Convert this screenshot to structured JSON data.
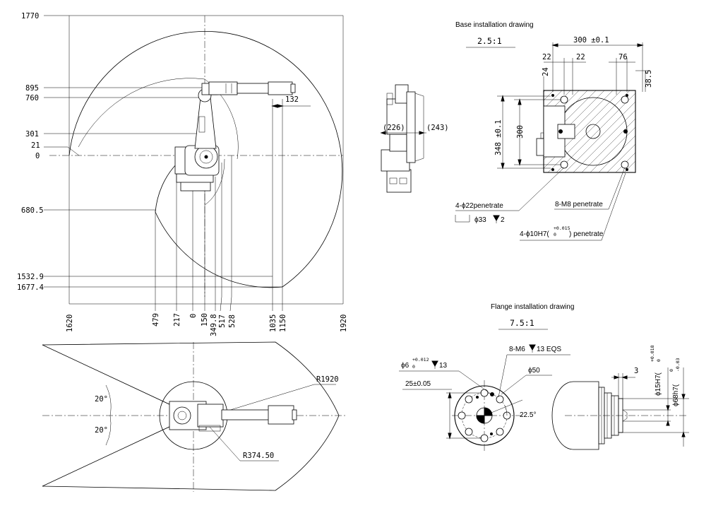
{
  "side_view": {
    "y_labels": [
      "1770",
      "895",
      "760",
      "301",
      "21",
      "0",
      "680.5",
      "1532.9",
      "1677.4"
    ],
    "x_labels": [
      "1620",
      "479",
      "217",
      "0",
      "150",
      "349.8",
      "517",
      "528",
      "1035",
      "1150",
      "1920"
    ],
    "tool_offset": "132"
  },
  "middle_view": {
    "left_dim": "(226)",
    "right_dim": "(243)"
  },
  "top_view": {
    "angle_upper": "20°",
    "angle_lower": "20°",
    "outer_radius": "R1920",
    "inner_radius": "R374.50"
  },
  "base_drawing": {
    "title": "Base installation drawing",
    "scale": "2.5:1",
    "dim_top": "300 ±0.1",
    "dim_22a": "22",
    "dim_22b": "22",
    "dim_76": "76",
    "dim_24": "24",
    "dim_38_5": "38.5",
    "dim_348": "348 ±0.1",
    "dim_300v": "300",
    "note_holes": "4-ϕ22penetrate",
    "note_cbore": "ϕ33",
    "note_cbore_depth": "2",
    "note_m8": "8-M8 penetrate",
    "note_pin_a": "4-ϕ10H7(",
    "note_pin_sup": "+0.015",
    "note_pin_sub": "0",
    "note_pin_b": ") penetrate"
  },
  "flange_drawing": {
    "title": "Flange installation drawing",
    "scale": "7.5:1",
    "pin_hole_a": "ϕ6",
    "pin_hole_sup": "+0.012",
    "pin_hole_sub": "0",
    "pin_hole_depth": "13",
    "thread_a": "8-M6",
    "thread_b": "13 EQS",
    "dia_50": "ϕ50",
    "dim_25": "25±0.05",
    "angle": "22.5°",
    "dim_3": "3",
    "dia_15": "ϕ15H7(",
    "dia_15_sup": "+0.018",
    "dia_15_sub": "0",
    "dia_68": "ϕ68h7(",
    "dia_68_sup": "0",
    "dia_68_sub": "-0.03"
  }
}
